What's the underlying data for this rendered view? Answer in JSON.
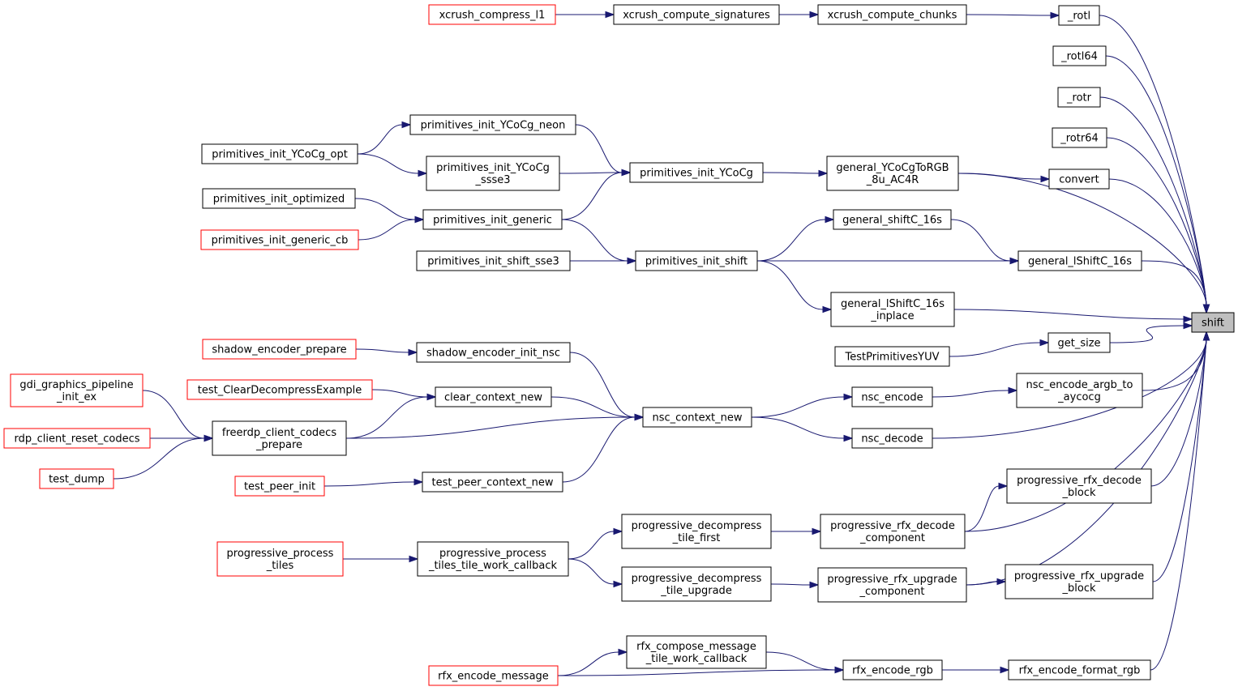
{
  "colors": {
    "edge": "#191970",
    "node_border": "#000000",
    "truncated_node_border": "#ff0000",
    "focus_fill": "#bfbfbf",
    "node_fill": "#ffffff"
  },
  "nodes": {
    "shift": {
      "lines": [
        "shift"
      ],
      "style": "focus"
    },
    "rotl": {
      "lines": [
        "_rotl"
      ]
    },
    "rotl64": {
      "lines": [
        "_rotl64"
      ]
    },
    "rotr": {
      "lines": [
        "_rotr"
      ]
    },
    "rotr64": {
      "lines": [
        "_rotr64"
      ]
    },
    "convert": {
      "lines": [
        "convert"
      ]
    },
    "general_lShiftC_16s": {
      "lines": [
        "general_lShiftC_16s"
      ]
    },
    "general_lShiftC_16s_inplace": {
      "lines": [
        "general_lShiftC_16s",
        "_inplace"
      ]
    },
    "get_size": {
      "lines": [
        "get_size"
      ]
    },
    "nsc_encode_argb_to_aycocg": {
      "lines": [
        "nsc_encode_argb_to",
        "_aycocg"
      ]
    },
    "nsc_decode": {
      "lines": [
        "nsc_decode"
      ]
    },
    "progressive_rfx_decode_block": {
      "lines": [
        "progressive_rfx_decode",
        "_block"
      ]
    },
    "progressive_rfx_decode_component": {
      "lines": [
        "progressive_rfx_decode",
        "_component"
      ]
    },
    "progressive_rfx_upgrade_block": {
      "lines": [
        "progressive_rfx_upgrade",
        "_block"
      ]
    },
    "progressive_rfx_upgrade_component": {
      "lines": [
        "progressive_rfx_upgrade",
        "_component"
      ]
    },
    "rfx_encode_format_rgb": {
      "lines": [
        "rfx_encode_format_rgb"
      ]
    },
    "xcrush_compute_chunks": {
      "lines": [
        "xcrush_compute_chunks"
      ]
    },
    "xcrush_compute_signatures": {
      "lines": [
        "xcrush_compute_signatures"
      ]
    },
    "xcrush_compress_l1": {
      "lines": [
        "xcrush_compress_l1"
      ],
      "style": "truncated"
    },
    "general_YCoCgToRGB_8u_AC4R": {
      "lines": [
        "general_YCoCgToRGB",
        "_8u_AC4R"
      ]
    },
    "primitives_init_YCoCg": {
      "lines": [
        "primitives_init_YCoCg"
      ]
    },
    "primitives_init_YCoCg_neon": {
      "lines": [
        "primitives_init_YCoCg_neon"
      ]
    },
    "primitives_init_YCoCg_ssse3": {
      "lines": [
        "primitives_init_YCoCg",
        "_ssse3"
      ]
    },
    "primitives_init_YCoCg_opt": {
      "lines": [
        "primitives_init_YCoCg_opt"
      ]
    },
    "primitives_init_generic": {
      "lines": [
        "primitives_init_generic"
      ]
    },
    "primitives_init_optimized": {
      "lines": [
        "primitives_init_optimized"
      ]
    },
    "primitives_init_generic_cb": {
      "lines": [
        "primitives_init_generic_cb"
      ],
      "style": "truncated"
    },
    "general_shiftC_16s": {
      "lines": [
        "general_shiftC_16s"
      ]
    },
    "primitives_init_shift": {
      "lines": [
        "primitives_init_shift"
      ]
    },
    "primitives_init_shift_sse3": {
      "lines": [
        "primitives_init_shift_sse3"
      ]
    },
    "TestPrimitivesYUV": {
      "lines": [
        "TestPrimitivesYUV"
      ]
    },
    "nsc_encode": {
      "lines": [
        "nsc_encode"
      ]
    },
    "nsc_context_new": {
      "lines": [
        "nsc_context_new"
      ]
    },
    "shadow_encoder_init_nsc": {
      "lines": [
        "shadow_encoder_init_nsc"
      ]
    },
    "shadow_encoder_prepare": {
      "lines": [
        "shadow_encoder_prepare"
      ],
      "style": "truncated"
    },
    "clear_context_new": {
      "lines": [
        "clear_context_new"
      ]
    },
    "test_ClearDecompressExample": {
      "lines": [
        "test_ClearDecompressExample"
      ],
      "style": "truncated"
    },
    "freerdp_client_codecs_prepare": {
      "lines": [
        "freerdp_client_codecs",
        "_prepare"
      ]
    },
    "gdi_graphics_pipeline_init_ex": {
      "lines": [
        "gdi_graphics_pipeline",
        "_init_ex"
      ],
      "style": "truncated"
    },
    "rdp_client_reset_codecs": {
      "lines": [
        "rdp_client_reset_codecs"
      ],
      "style": "truncated"
    },
    "test_dump": {
      "lines": [
        "test_dump"
      ],
      "style": "truncated"
    },
    "test_peer_context_new": {
      "lines": [
        "test_peer_context_new"
      ]
    },
    "test_peer_init": {
      "lines": [
        "test_peer_init"
      ],
      "style": "truncated"
    },
    "progressive_decompress_tile_first": {
      "lines": [
        "progressive_decompress",
        "_tile_first"
      ]
    },
    "progressive_decompress_tile_upgrade": {
      "lines": [
        "progressive_decompress",
        "_tile_upgrade"
      ]
    },
    "progressive_process_tiles_tile_work_callback": {
      "lines": [
        "progressive_process",
        "_tiles_tile_work_callback"
      ]
    },
    "progressive_process_tiles": {
      "lines": [
        "progressive_process",
        "_tiles"
      ],
      "style": "truncated"
    },
    "rfx_compose_message_tile_work_callback": {
      "lines": [
        "rfx_compose_message",
        "_tile_work_callback"
      ]
    },
    "rfx_encode_rgb": {
      "lines": [
        "rfx_encode_rgb"
      ]
    },
    "rfx_encode_message": {
      "lines": [
        "rfx_encode_message"
      ],
      "style": "truncated"
    }
  },
  "edges": [
    [
      "xcrush_compress_l1",
      "xcrush_compute_signatures"
    ],
    [
      "xcrush_compute_signatures",
      "xcrush_compute_chunks"
    ],
    [
      "xcrush_compute_chunks",
      "rotl"
    ],
    [
      "rotl",
      "shift"
    ],
    [
      "rotl64",
      "shift"
    ],
    [
      "rotr",
      "shift"
    ],
    [
      "rotr64",
      "shift"
    ],
    [
      "convert",
      "shift"
    ],
    [
      "general_YCoCgToRGB_8u_AC4R",
      "convert"
    ],
    [
      "general_YCoCgToRGB_8u_AC4R",
      "shift"
    ],
    [
      "primitives_init_YCoCg",
      "general_YCoCgToRGB_8u_AC4R"
    ],
    [
      "primitives_init_YCoCg_neon",
      "primitives_init_YCoCg"
    ],
    [
      "primitives_init_YCoCg_ssse3",
      "primitives_init_YCoCg"
    ],
    [
      "primitives_init_generic",
      "primitives_init_YCoCg"
    ],
    [
      "primitives_init_YCoCg_opt",
      "primitives_init_YCoCg_neon"
    ],
    [
      "primitives_init_YCoCg_opt",
      "primitives_init_YCoCg_ssse3"
    ],
    [
      "primitives_init_optimized",
      "primitives_init_generic"
    ],
    [
      "primitives_init_generic_cb",
      "primitives_init_generic"
    ],
    [
      "primitives_init_generic",
      "primitives_init_shift"
    ],
    [
      "primitives_init_shift_sse3",
      "primitives_init_shift"
    ],
    [
      "primitives_init_shift",
      "general_shiftC_16s"
    ],
    [
      "primitives_init_shift",
      "general_lShiftC_16s"
    ],
    [
      "primitives_init_shift",
      "general_lShiftC_16s_inplace"
    ],
    [
      "general_shiftC_16s",
      "general_lShiftC_16s"
    ],
    [
      "general_lShiftC_16s",
      "shift"
    ],
    [
      "general_lShiftC_16s_inplace",
      "shift"
    ],
    [
      "get_size",
      "shift"
    ],
    [
      "TestPrimitivesYUV",
      "get_size"
    ],
    [
      "nsc_encode_argb_to_aycocg",
      "shift"
    ],
    [
      "nsc_encode",
      "nsc_encode_argb_to_aycocg"
    ],
    [
      "nsc_context_new",
      "nsc_encode"
    ],
    [
      "nsc_context_new",
      "nsc_decode"
    ],
    [
      "nsc_decode",
      "shift"
    ],
    [
      "shadow_encoder_prepare",
      "shadow_encoder_init_nsc"
    ],
    [
      "shadow_encoder_init_nsc",
      "nsc_context_new"
    ],
    [
      "test_ClearDecompressExample",
      "clear_context_new"
    ],
    [
      "clear_context_new",
      "nsc_context_new"
    ],
    [
      "freerdp_client_codecs_prepare",
      "clear_context_new"
    ],
    [
      "freerdp_client_codecs_prepare",
      "nsc_context_new"
    ],
    [
      "gdi_graphics_pipeline_init_ex",
      "freerdp_client_codecs_prepare"
    ],
    [
      "rdp_client_reset_codecs",
      "freerdp_client_codecs_prepare"
    ],
    [
      "test_dump",
      "freerdp_client_codecs_prepare"
    ],
    [
      "test_peer_init",
      "test_peer_context_new"
    ],
    [
      "test_peer_context_new",
      "nsc_context_new"
    ],
    [
      "progressive_rfx_decode_block",
      "shift"
    ],
    [
      "progressive_rfx_decode_component",
      "progressive_rfx_decode_block"
    ],
    [
      "progressive_rfx_decode_component",
      "shift"
    ],
    [
      "progressive_decompress_tile_first",
      "progressive_rfx_decode_component"
    ],
    [
      "progressive_process_tiles_tile_work_callback",
      "progressive_decompress_tile_first"
    ],
    [
      "progressive_process_tiles_tile_work_callback",
      "progressive_decompress_tile_upgrade"
    ],
    [
      "progressive_process_tiles",
      "progressive_process_tiles_tile_work_callback"
    ],
    [
      "progressive_decompress_tile_upgrade",
      "progressive_rfx_upgrade_component"
    ],
    [
      "progressive_rfx_upgrade_component",
      "progressive_rfx_upgrade_block"
    ],
    [
      "progressive_rfx_upgrade_component",
      "shift"
    ],
    [
      "progressive_rfx_upgrade_block",
      "shift"
    ],
    [
      "rfx_encode_message",
      "rfx_compose_message_tile_work_callback"
    ],
    [
      "rfx_encode_message",
      "rfx_encode_rgb"
    ],
    [
      "rfx_compose_message_tile_work_callback",
      "rfx_encode_rgb"
    ],
    [
      "rfx_encode_rgb",
      "rfx_encode_format_rgb"
    ],
    [
      "rfx_encode_format_rgb",
      "shift"
    ]
  ]
}
